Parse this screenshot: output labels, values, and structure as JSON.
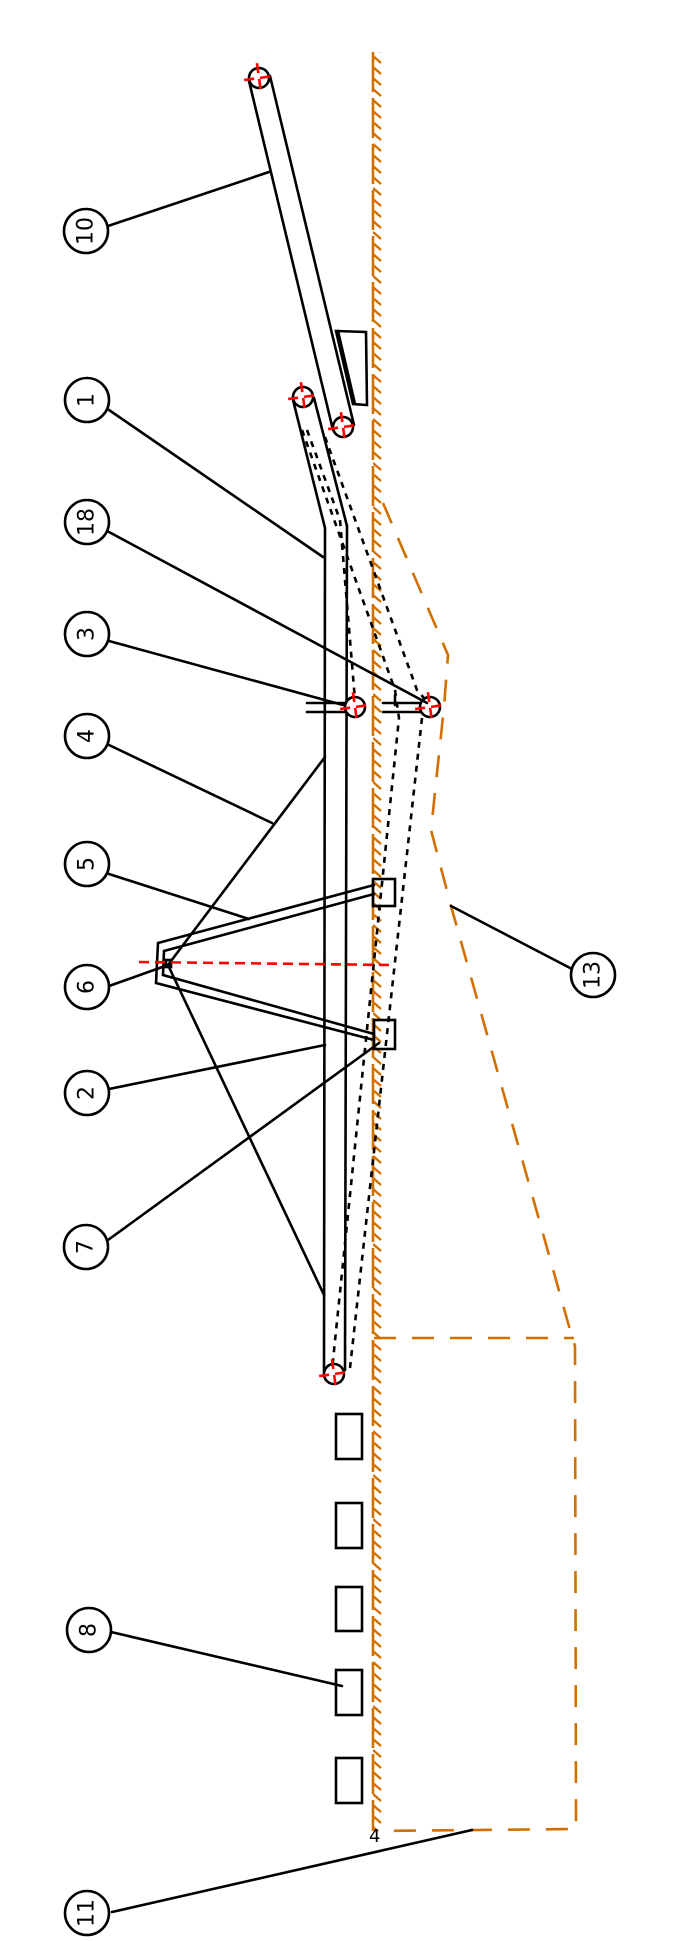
{
  "callouts": {
    "c10": "10",
    "c1": "1",
    "c18": "18",
    "c3": "3",
    "c4": "4",
    "c5": "5",
    "c6": "6",
    "c2": "2",
    "c7": "7",
    "c8": "8",
    "c11": "11",
    "c13": "13"
  },
  "annotation": "4",
  "colors": {
    "structure": "#000000",
    "ground_and_excavation": "#d17000",
    "centerlines": "#ff0000"
  },
  "icons": {
    "pin_joint": "circle-with-red-crosshair",
    "ground": "hatched-ground-line"
  }
}
